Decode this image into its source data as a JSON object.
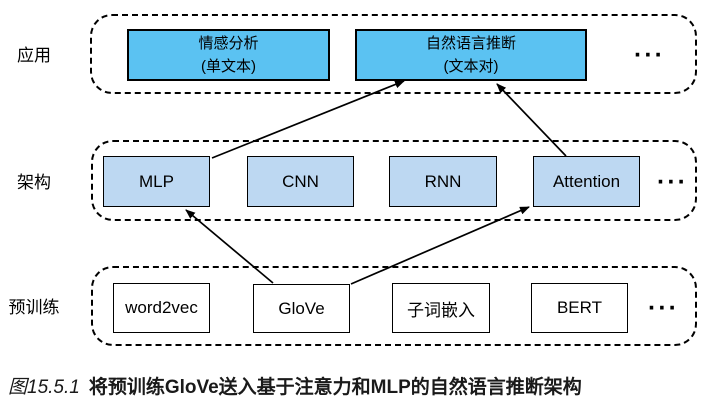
{
  "colors": {
    "application_box_fill": "#5BC2F2",
    "architecture_box_fill": "#BDD8F2",
    "pretraining_box_fill": "#FFFFFF",
    "box_border": "#000000",
    "group_dashed_border": "#000000",
    "text": "#000000"
  },
  "rows": {
    "applications": {
      "label": "应用",
      "boxes": {
        "sentiment": {
          "line1": "情感分析",
          "line2": "(单文本)"
        },
        "nli": {
          "line1": "自然语言推断",
          "line2": "(文本对)"
        }
      },
      "ellipsis": "···"
    },
    "architectures": {
      "label": "架构",
      "boxes": {
        "mlp": "MLP",
        "cnn": "CNN",
        "rnn": "RNN",
        "attention": "Attention"
      },
      "ellipsis": "···"
    },
    "pretraining": {
      "label": "预训练",
      "boxes": {
        "word2vec": "word2vec",
        "glove": "GloVe",
        "subword": "子词嵌入",
        "bert": "BERT"
      },
      "ellipsis": "···"
    }
  },
  "arrows": [
    {
      "from": "GloVe",
      "to": "MLP"
    },
    {
      "from": "GloVe",
      "to": "Attention"
    },
    {
      "from": "MLP",
      "to": "自然语言推断"
    },
    {
      "from": "Attention",
      "to": "自然语言推断"
    }
  ],
  "caption": {
    "number": "图15.5.1",
    "text": "将预训练GloVe送入基于注意力和MLP的自然语言推断架构"
  }
}
